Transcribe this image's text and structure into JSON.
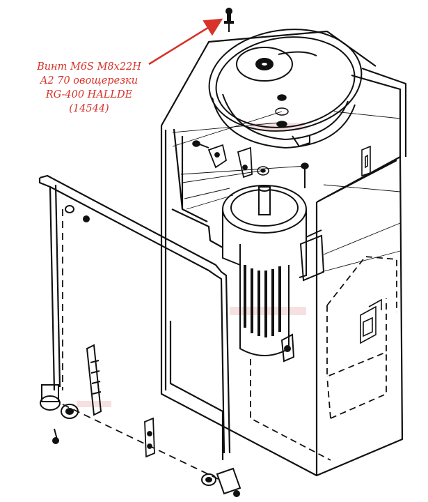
{
  "callout": {
    "lines": [
      "Винт М6S M8x22H",
      "A2 70 овощерезки",
      "RG-400 HALLDE",
      "(14544)"
    ],
    "color": "#d8322a"
  },
  "colors": {
    "ink": "#111111",
    "arrow": "#d8322a",
    "watermark": "#e7a6a6"
  }
}
